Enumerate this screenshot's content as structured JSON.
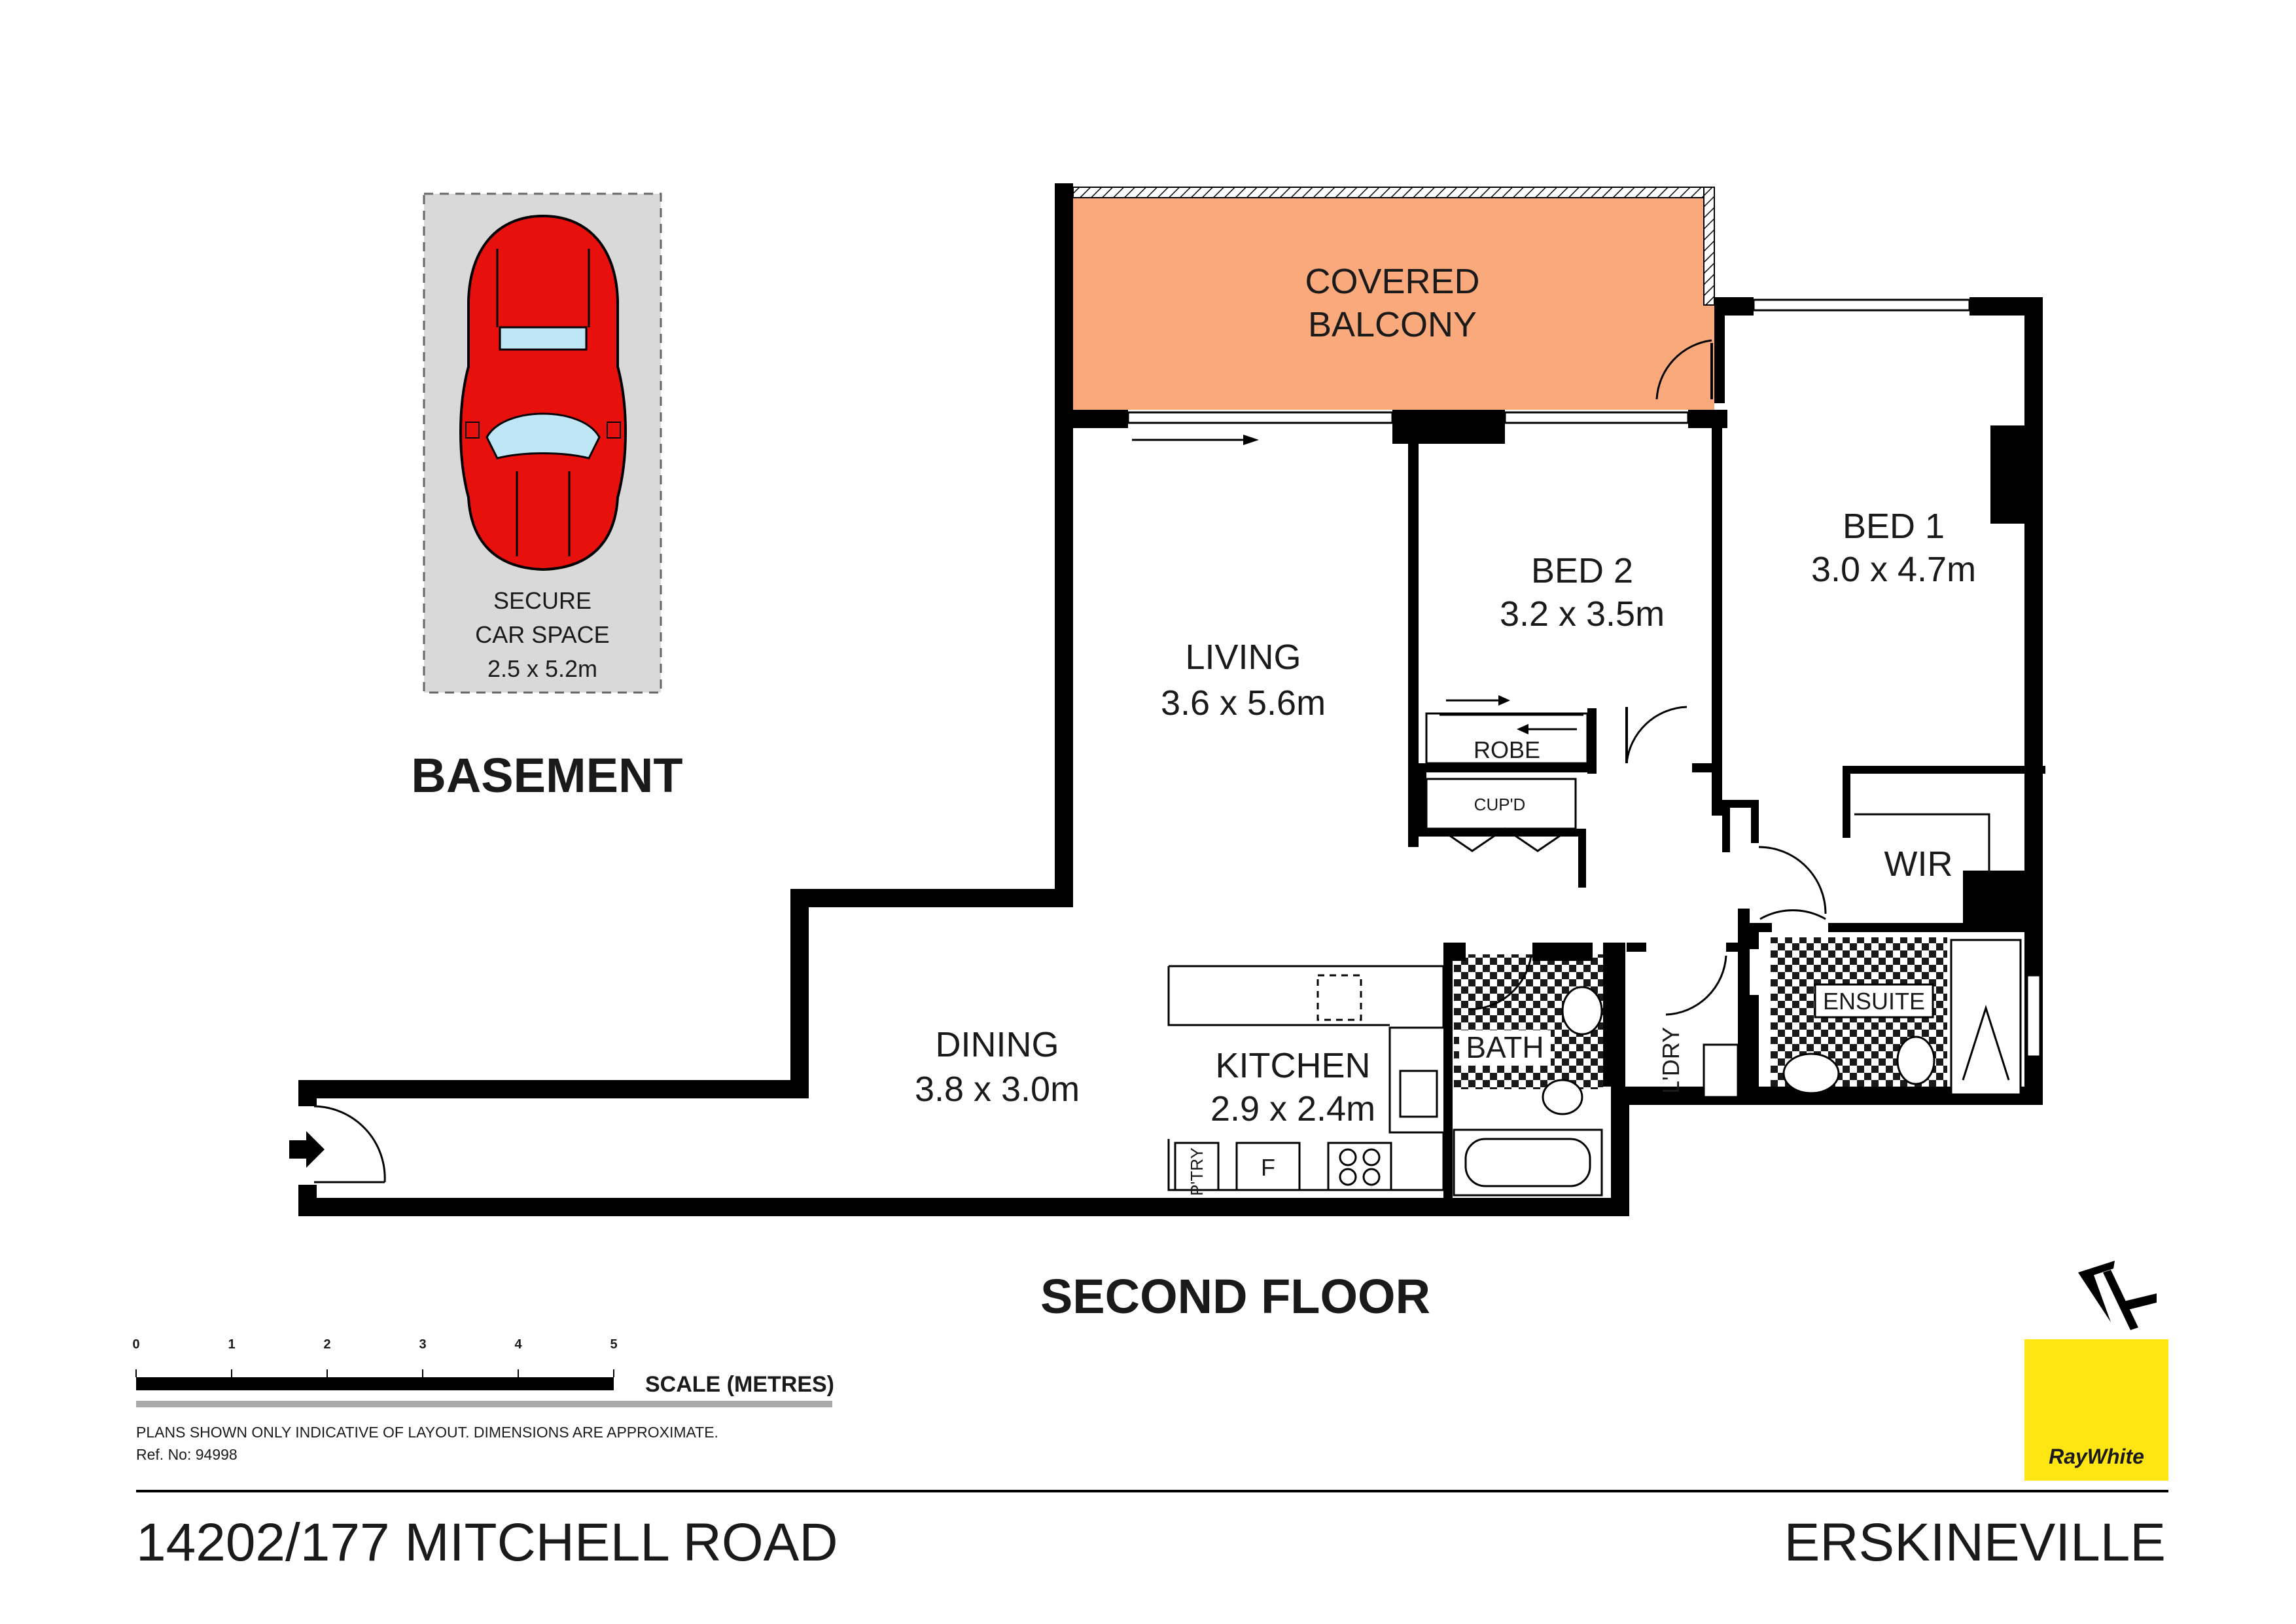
{
  "basement": {
    "heading": "BASEMENT",
    "car_space": {
      "line1": "SECURE",
      "line2": "CAR SPACE",
      "size": "2.5 x 5.2m"
    }
  },
  "floor": {
    "heading": "SECOND FLOOR",
    "rooms": {
      "balcony": {
        "line1": "COVERED",
        "line2": "BALCONY",
        "color": "#f9a97b"
      },
      "living": {
        "name": "LIVING",
        "size": "3.6 x 5.6m"
      },
      "bed2": {
        "name": "BED 2",
        "size": "3.2 x 3.5m"
      },
      "bed1": {
        "name": "BED 1",
        "size": "3.0 x 4.7m"
      },
      "dining": {
        "name": "DINING",
        "size": "3.8 x 3.0m"
      },
      "kitchen": {
        "name": "KITCHEN",
        "size": "2.9 x 2.4m"
      },
      "robe": "ROBE",
      "cupd": "CUP'D",
      "wir": "WIR",
      "ensuite": "ENSUITE",
      "bath": "BATH",
      "ldry": "L'DRY",
      "ptry": "P'TRY",
      "fridge": "F"
    }
  },
  "scale_bar": {
    "ticks": [
      "0",
      "1",
      "2",
      "3",
      "4",
      "5"
    ],
    "label": "SCALE (METRES)"
  },
  "disclaimer": {
    "line1": "PLANS SHOWN ONLY INDICATIVE OF LAYOUT.  DIMENSIONS ARE APPROXIMATE.",
    "ref": "Ref. No: 94998"
  },
  "footer": {
    "address": "14202/177 MITCHELL ROAD",
    "suburb": "ERSKINEVILLE"
  },
  "brand": {
    "name": "RayWhite",
    "color": "#ffe512"
  },
  "icons": {
    "north": "north-arrow-icon",
    "entry": "entry-arrow-icon",
    "car": "car-icon"
  },
  "colors": {
    "car": "#e8100c",
    "car_space_fill": "#d9d9d9",
    "walls": "#000000"
  }
}
